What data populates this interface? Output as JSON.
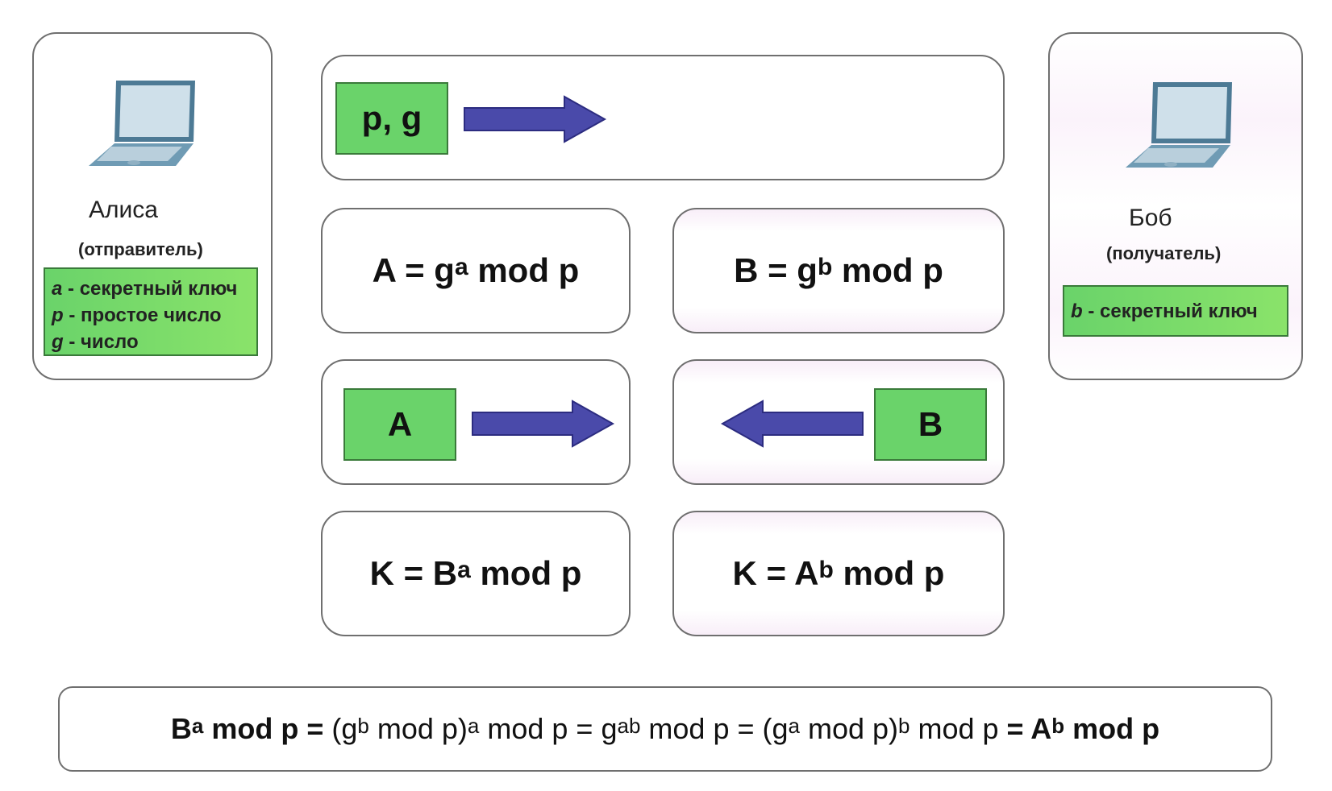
{
  "alice": {
    "name": "Алиса",
    "role": "(отправитель)",
    "keys": [
      {
        "var": "a",
        "text": " - секретный ключ"
      },
      {
        "var": "p",
        "text": " - простое число"
      },
      {
        "var": "g",
        "text": " - число"
      }
    ]
  },
  "bob": {
    "name": "Боб",
    "role": "(получатель)",
    "keys": [
      {
        "var": "b",
        "text": " - секретный ключ"
      }
    ]
  },
  "public_params": "p, g",
  "formulas": {
    "alice_public": {
      "lhs": "A = g",
      "exp": "a",
      "rhs": " mod p"
    },
    "bob_public": {
      "lhs": "B = g",
      "exp": "b",
      "rhs": " mod p"
    },
    "alice_key": {
      "lhs": "K = B",
      "exp": "a",
      "rhs": " mod p"
    },
    "bob_key": {
      "lhs": "K = A",
      "exp": "b",
      "rhs": " mod p"
    }
  },
  "tokens": {
    "alice_sends": "A",
    "bob_sends": "B"
  },
  "proof": [
    {
      "base": "B",
      "exp": "a",
      "tail": " mod p = ",
      "bold": true
    },
    {
      "base": "(g",
      "exp": "b",
      "tail": " mod p)",
      "bold": false
    },
    {
      "base": "",
      "exp": "a",
      "tail": " mod p = g",
      "bold": false
    },
    {
      "base": "",
      "exp": "ab",
      "tail": " mod p = (g",
      "bold": false
    },
    {
      "base": "",
      "exp": "a",
      "tail": " mod p)",
      "bold": false
    },
    {
      "base": "",
      "exp": "b",
      "tail": " mod p ",
      "bold": false
    },
    {
      "base": "= A",
      "exp": "b",
      "tail": " mod p",
      "bold": true
    }
  ],
  "colors": {
    "green": "#6ad36a",
    "arrow": "#4a4aaa",
    "border": "#6f6f6f"
  }
}
